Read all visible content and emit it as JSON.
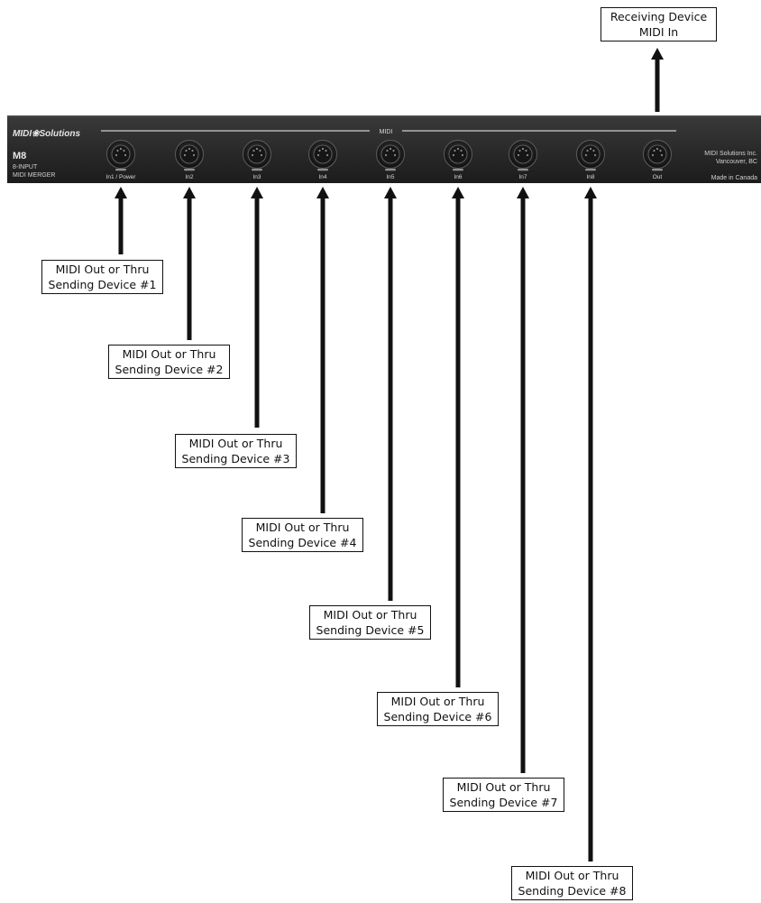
{
  "device": {
    "brand": "MIDI❀Solutions",
    "model": "M8",
    "subtitle_line1": "8-INPUT",
    "subtitle_line2": "MIDI MERGER",
    "section_label": "MIDI",
    "ports": [
      "In1 / Power",
      "In2",
      "In3",
      "In4",
      "In5",
      "In6",
      "In7",
      "In8",
      "Out"
    ],
    "maker_line1": "MIDI Solutions Inc.",
    "maker_line2": "Vancouver, BC",
    "maker_line3": "Made in Canada"
  },
  "receiving": {
    "line1": "Receiving Device",
    "line2": "MIDI In"
  },
  "senders": [
    {
      "line1": "MIDI Out or Thru",
      "line2": "Sending Device #1"
    },
    {
      "line1": "MIDI Out or Thru",
      "line2": "Sending Device #2"
    },
    {
      "line1": "MIDI Out or Thru",
      "line2": "Sending Device #3"
    },
    {
      "line1": "MIDI Out or Thru",
      "line2": "Sending Device #4"
    },
    {
      "line1": "MIDI Out or Thru",
      "line2": "Sending Device #5"
    },
    {
      "line1": "MIDI Out or Thru",
      "line2": "Sending Device #6"
    },
    {
      "line1": "MIDI Out or Thru",
      "line2": "Sending Device #7"
    },
    {
      "line1": "MIDI Out or Thru",
      "line2": "Sending Device #8"
    }
  ],
  "colors": {
    "panel": "#2b2b2b",
    "panel_text": "#d8d8d8",
    "arrow": "#111111",
    "led": "#8f8f8f"
  }
}
